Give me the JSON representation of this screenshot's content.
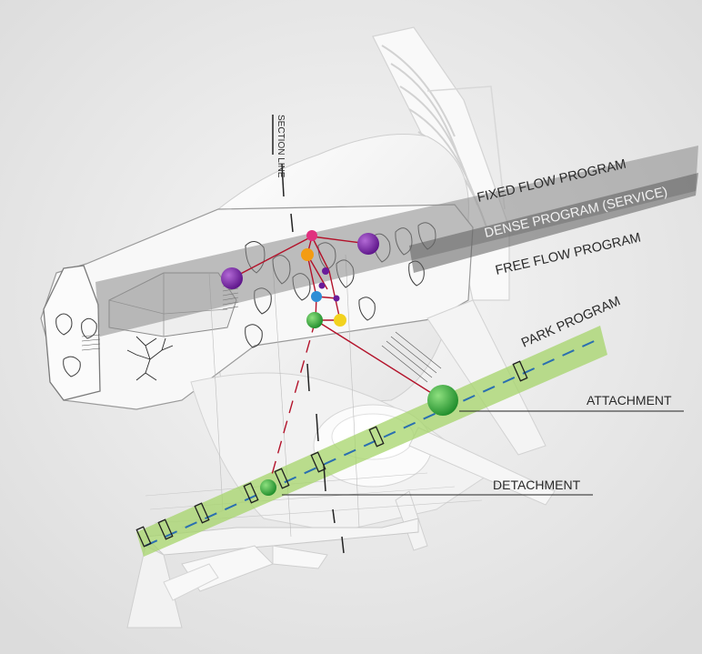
{
  "labels": {
    "section_line": "SECTION LINE",
    "fixed_flow": "FIXED FLOW PROGRAM",
    "dense": "DENSE PROGRAM (SERVICE)",
    "free_flow": "FREE FLOW PROGRAM",
    "park": "PARK PROGRAM",
    "attachment": "ATTACHMENT",
    "detachment": "DETACHMENT"
  },
  "colors": {
    "background": "#ececec",
    "structure": "#fafafa",
    "dense_band": "#6f6f6f",
    "park_band": "#a6d46a",
    "node_purple": "#6a1b9a",
    "node_magenta": "#e0317f",
    "node_orange": "#f39c12",
    "node_blue": "#2f8fd6",
    "node_green": "#2faa3c",
    "node_yellow": "#f2d21e",
    "link_red": "#b3122a",
    "dashed_blue": "#2a6fb0"
  }
}
